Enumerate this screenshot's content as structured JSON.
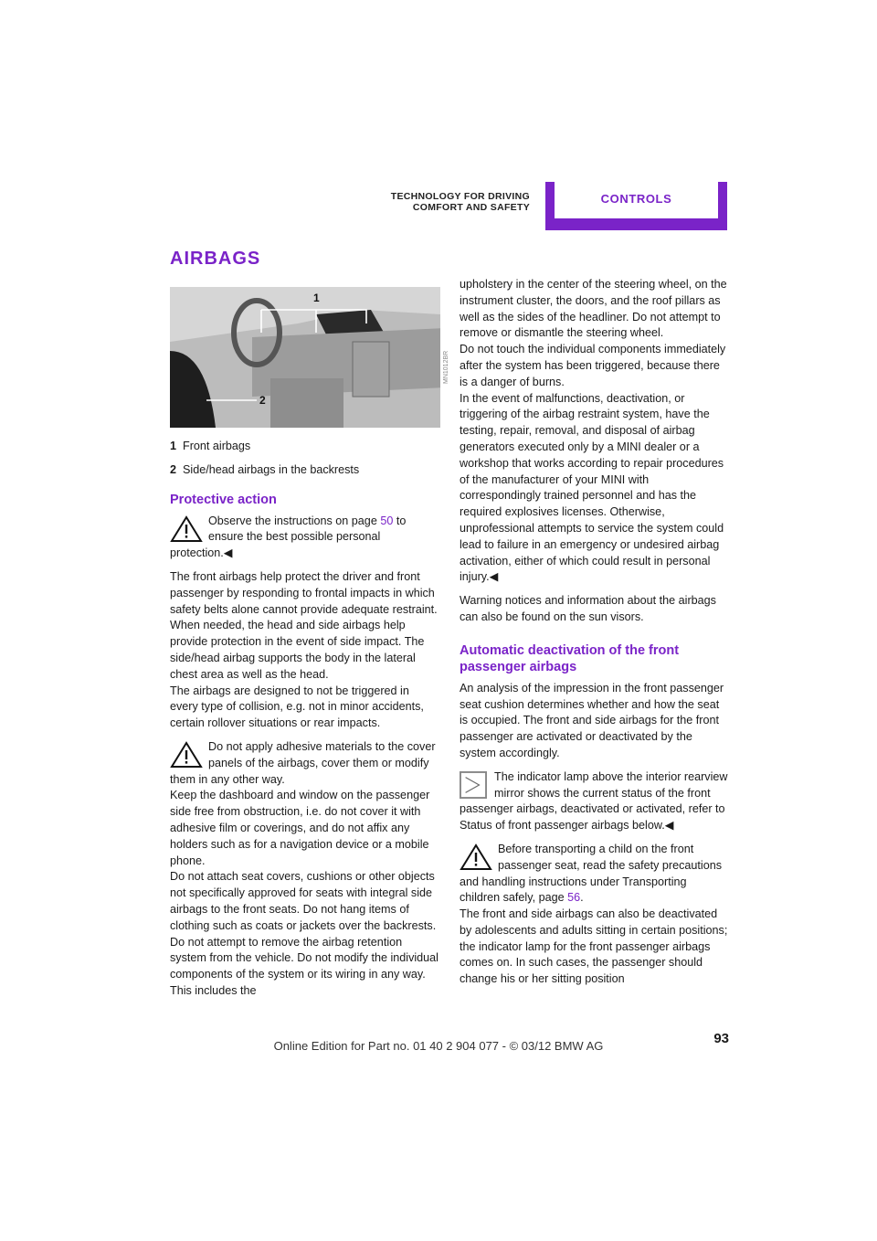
{
  "header": {
    "section": "Technology for driving comfort and safety",
    "tab": "Controls"
  },
  "title": "Airbags",
  "figure": {
    "callout_1": "1",
    "callout_2": "2",
    "code": "MN1012BR"
  },
  "legend": [
    {
      "num": "1",
      "text": "Front airbags"
    },
    {
      "num": "2",
      "text": "Side/head airbags in the backrests"
    }
  ],
  "protective": {
    "heading": "Protective action",
    "warn1_pre": "Observe the instructions on page ",
    "warn1_link": "50",
    "warn1_post": " to ensure the best possible personal protection.◀",
    "p1": "The front airbags help protect the driver and front passenger by responding to frontal impacts in which safety belts alone cannot provide adequate restraint. When needed, the head and side airbags help provide protection in the event of side impact. The side/head airbag supports the body in the lateral chest area as well as the head.",
    "p2": "The airbags are designed to not be triggered in every type of collision, e.g. not in minor accidents, certain rollover situations or rear impacts.",
    "warn2_a": "Do not apply adhesive materials to the cover panels of the airbags, cover them or modify them in any other way.",
    "warn2_b": "Keep the dashboard and window on the passenger side free from obstruction, i.e. do not cover it with adhesive film or coverings, and do not affix any holders such as for a navigation device or a mobile phone.",
    "warn2_c": "Do not attach seat covers, cushions or other objects not specifically approved for seats with integral side airbags to the front seats. Do not hang items of clothing such as coats or jackets over the backrests. Do not attempt to remove the airbag retention system from the vehicle. Do not modify the individual components of the system or its wiring in any way. This includes the"
  },
  "right": {
    "cont1": "upholstery in the center of the steering wheel, on the instrument cluster, the doors, and the roof pillars as well as the sides of the headliner. Do not attempt to remove or dismantle the steering wheel.",
    "cont2": "Do not touch the individual components immediately after the system has been triggered, because there is a danger of burns.",
    "cont3": "In the event of malfunctions, deactivation, or triggering of the airbag restraint system, have the testing, repair, removal, and disposal of airbag generators executed only by a MINI dealer or a workshop that works according to repair procedures of the manufacturer of your MINI with correspondingly trained personnel and has the required explosives licenses. Otherwise, unprofessional attempts to service the system could lead to failure in an emergency or undesired airbag activation, either of which could result in personal injury.◀",
    "p_visors": "Warning notices and information about the airbags can also be found on the sun visors.",
    "heading2": "Automatic deactivation of the front passenger airbags",
    "p_analysis": "An analysis of the impression in the front passenger seat cushion determines whether and how the seat is occupied. The front and side airbags for the front passenger are activated or deactivated by the system accordingly.",
    "note": "The indicator lamp above the interior rearview mirror shows the current status of the front passenger airbags, deactivated or activated, refer to Status of front passenger airbags below.◀",
    "warn3_pre": "Before transporting a child on the front passenger seat, read the safety precautions and handling instructions under Transporting children safely, page ",
    "warn3_link": "56",
    "warn3_post": ".",
    "p_final": "The front and side airbags can also be deactivated by adolescents and adults sitting in certain positions; the indicator lamp for the front passenger airbags comes on. In such cases, the passenger should change his or her sitting position"
  },
  "page_number": "93",
  "footer": "Online Edition for Part no. 01 40 2 904 077 - © 03/12 BMW AG",
  "colors": {
    "accent": "#7a23c8"
  }
}
